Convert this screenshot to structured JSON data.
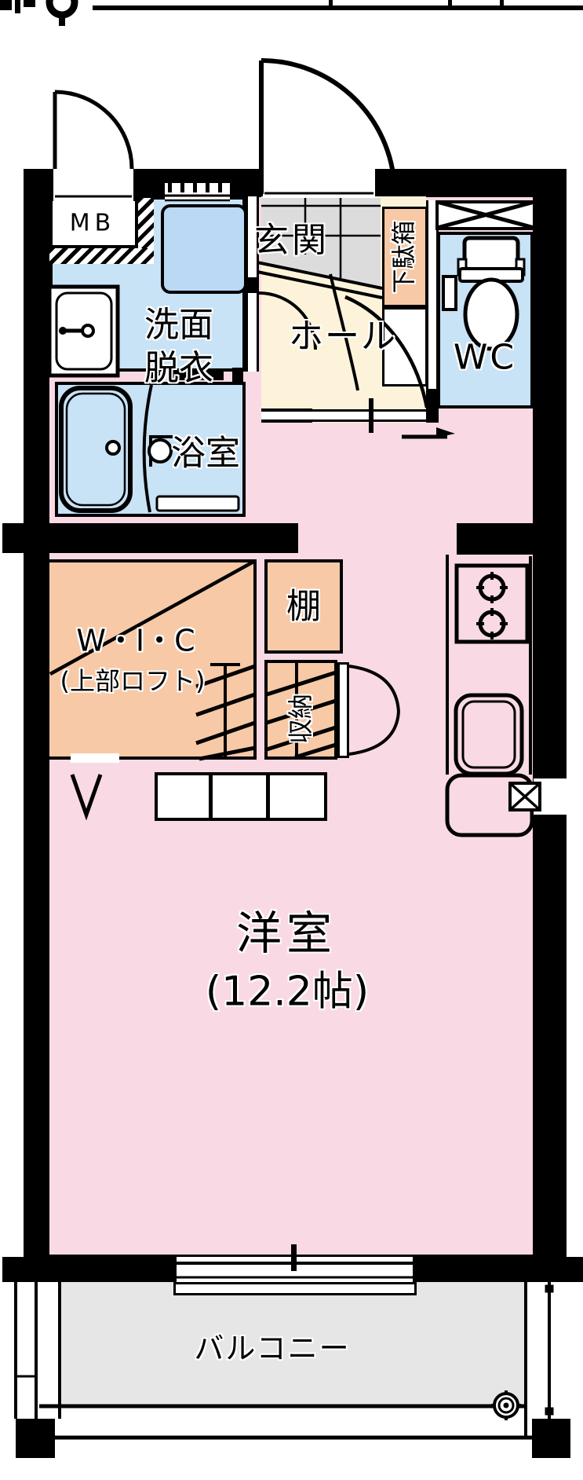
{
  "labels": {
    "mb": "MB",
    "entrance": "玄関",
    "shoe_cabinet": "下駄箱",
    "toilet": "WC",
    "washroom_line1": "洗面",
    "washroom_line2": "脱衣",
    "hall": "ホール",
    "bathroom": "浴室",
    "wic": "W・I・C",
    "wic_note": "(上部ロフト)",
    "shelf": "棚",
    "storage": "収納",
    "main_room": "洋室",
    "main_room_size": "(12.2帖)",
    "balcony": "バルコニー"
  },
  "colors": {
    "wall": "#000000",
    "main_room_floor": "#F9DAE4",
    "closet_floor": "#F8C9A6",
    "wet_area_floor": "#C8E2F6",
    "hall_floor": "#FCF3DA",
    "entrance_floor": "#DCDCDC",
    "balcony_floor": "#E6E6E6",
    "washer_fill": "#BBD9F4"
  },
  "fixtures": [
    "north-compass",
    "meter-box",
    "washing-machine",
    "washbasin",
    "bathtub",
    "toilet",
    "shoe-cabinet",
    "pipe-space",
    "gas-stove-2-burner",
    "kitchen-sink",
    "refrigerator-space",
    "loft-ladder",
    "double-door",
    "sliding-window",
    "balcony-drain",
    "door-swing-arcs"
  ]
}
